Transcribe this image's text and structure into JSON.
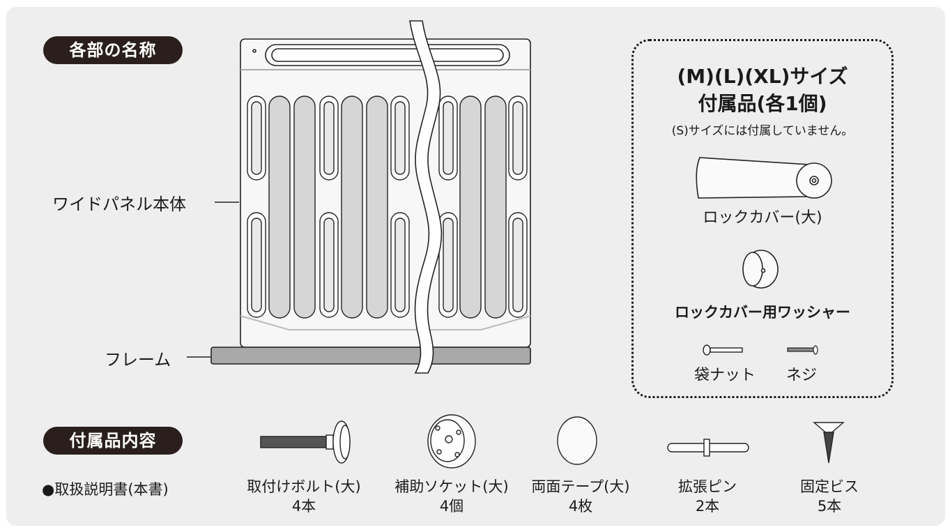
{
  "sections": {
    "parts_title": "各部の名称",
    "accessories_title": "付属品内容"
  },
  "parts": {
    "panel_label": "ワイドパネル本体",
    "frame_label": "フレーム"
  },
  "size_box": {
    "title_line1": "(M)(L)(XL)サイズ",
    "title_line2": "付属品(各1個)",
    "note": "(S)サイズには付属していません。",
    "lock_cover": "ロックカバー(大)",
    "lock_washer": "ロックカバー用ワッシャー",
    "cap_nut": "袋ナット",
    "screw": "ネジ"
  },
  "accessories": {
    "manual": "●取扱説明書(本書)",
    "items": [
      {
        "name": "取付けボルト(大)",
        "qty": "4本",
        "icon": "bolt-icon"
      },
      {
        "name": "補助ソケット(大)",
        "qty": "4個",
        "icon": "socket-icon"
      },
      {
        "name": "両面テープ(大)",
        "qty": "4枚",
        "icon": "tape-icon"
      },
      {
        "name": "拡張ピン",
        "qty": "2本",
        "icon": "pin-icon"
      },
      {
        "name": "固定ビス",
        "qty": "5本",
        "icon": "screw-icon"
      }
    ]
  },
  "colors": {
    "pill": "#2a1f1d",
    "background": "#eeeeee",
    "frame": "#a9a9a9"
  }
}
